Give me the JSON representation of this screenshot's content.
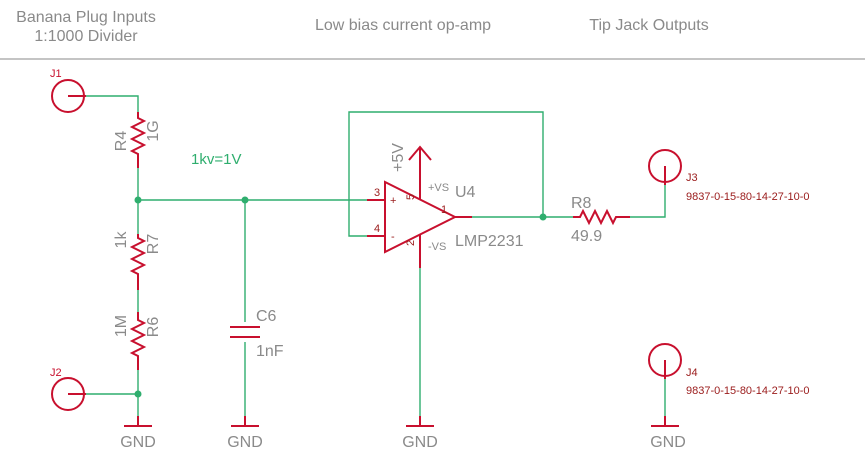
{
  "headers": {
    "inputs_line1": "Banana Plug Inputs",
    "inputs_line2": "1:1000 Divider",
    "opamp": "Low bias current op-amp",
    "outputs": "Tip Jack Outputs"
  },
  "net_label": "1kv=1V",
  "components": {
    "j1": "J1",
    "j2": "J2",
    "j3": "J3",
    "j4": "J4",
    "j3_part": "9837-0-15-80-14-27-10-0",
    "j4_part": "9837-0-15-80-14-27-10-0",
    "r4_name": "R4",
    "r4_value": "1G",
    "r7_name": "R7",
    "r7_value": "1k",
    "r6_name": "R6",
    "r6_value": "1M",
    "c6_name": "C6",
    "c6_value": "1nF",
    "r8_name": "R8",
    "r8_value": "49.9",
    "u4_name": "U4",
    "u4_value": "LMP2231"
  },
  "opamp_pins": {
    "pin3": "3",
    "pin4": "4",
    "pin1": "1",
    "pin5": "5",
    "pin2": "2",
    "plus": "+",
    "minus": "-",
    "vs_pos": "+VS",
    "vs_neg": "-VS",
    "supply": "+5V"
  },
  "grounds": {
    "g1": "GND",
    "g2": "GND",
    "g3": "GND",
    "g4": "GND"
  }
}
